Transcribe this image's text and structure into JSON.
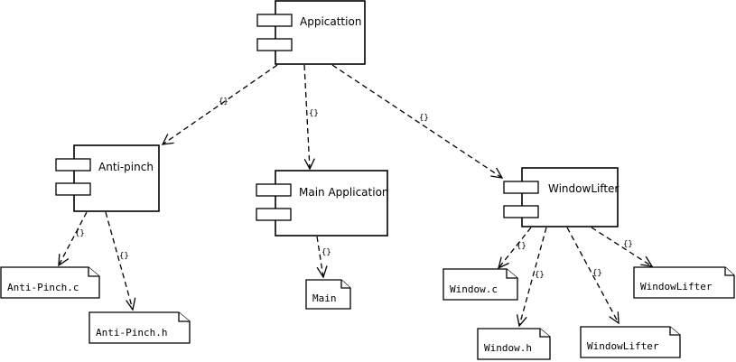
{
  "components": {
    "application": {
      "name": "Appicattion"
    },
    "anti_pinch": {
      "name": "Anti-pinch"
    },
    "main_application": {
      "name": "Main Application"
    },
    "window_lifter": {
      "name": "WindowLifter"
    }
  },
  "files": {
    "anti_pinch_c": "Anti-Pinch.c",
    "anti_pinch_h": "Anti-Pinch.h",
    "main": "Main",
    "window_c": "Window.c",
    "window_h": "Window.h",
    "window_lifter_1": "WindowLifter",
    "window_lifter_2": "WindowLifter"
  },
  "dependency_label": "{}"
}
